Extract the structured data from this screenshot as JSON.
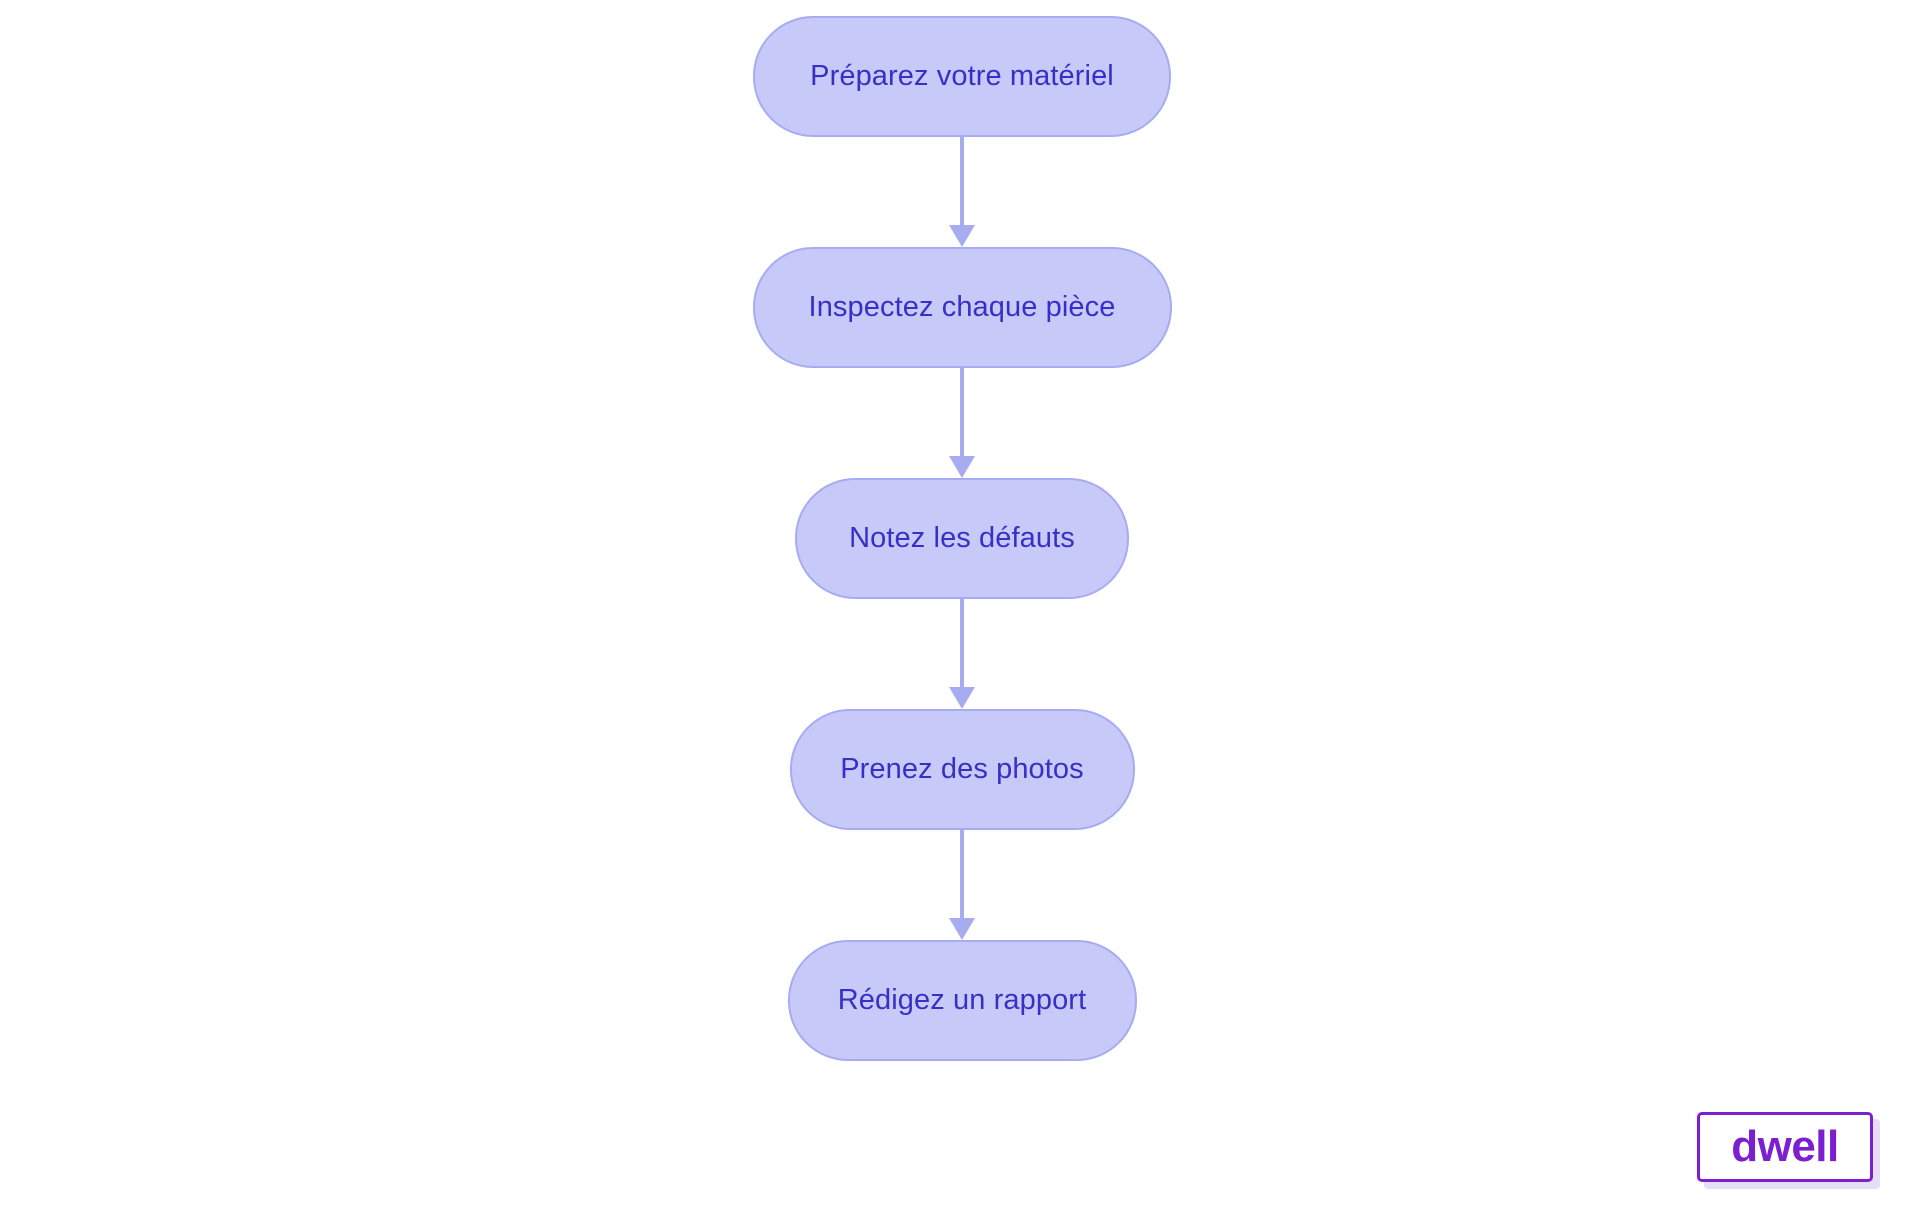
{
  "diagram": {
    "type": "flowchart",
    "orientation": "vertical-top-to-bottom",
    "title": "",
    "background_color": "#ffffff",
    "node_fill_color": "#c7caf9",
    "node_border_color": "#a7abf0",
    "node_text_color": "#3730c7",
    "connector_color": "#a7abf0",
    "nodes": [
      {
        "id": "n1",
        "label": "Préparez votre matériel"
      },
      {
        "id": "n2",
        "label": "Inspectez chaque pièce"
      },
      {
        "id": "n3",
        "label": "Notez les défauts"
      },
      {
        "id": "n4",
        "label": "Prenez des photos"
      },
      {
        "id": "n5",
        "label": "Rédigez un rapport"
      }
    ],
    "edges": [
      {
        "from": "n1",
        "to": "n2",
        "label": "",
        "arrow": "down-arrow-icon"
      },
      {
        "from": "n2",
        "to": "n3",
        "label": "",
        "arrow": "down-arrow-icon"
      },
      {
        "from": "n3",
        "to": "n4",
        "label": "",
        "arrow": "down-arrow-icon"
      },
      {
        "from": "n4",
        "to": "n5",
        "label": "",
        "arrow": "down-arrow-icon"
      }
    ]
  },
  "logo": {
    "text": "dwell",
    "color": "#7b1fd0",
    "border_color": "#7b1fd0",
    "shadow_color": "#e6ddf6",
    "background_color": "#ffffff"
  }
}
